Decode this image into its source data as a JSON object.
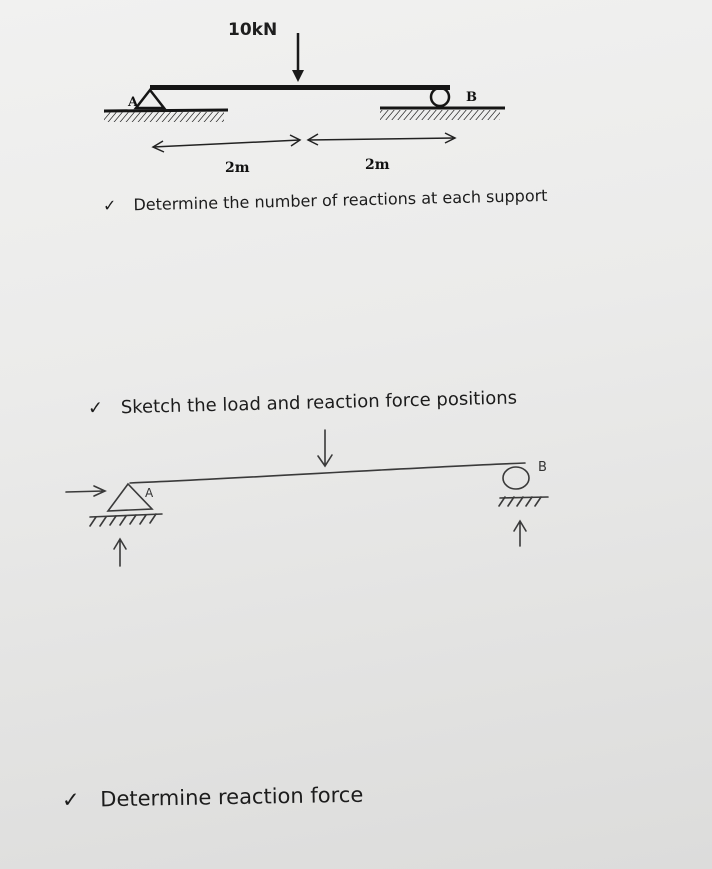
{
  "top_diagram": {
    "load_label": "10kN",
    "support_a_label": "A",
    "support_b_label": "B",
    "span_left_label": "2m",
    "span_right_label": "2m"
  },
  "questions": [
    {
      "check": "✓",
      "text": "Determine the number of reactions at each support"
    },
    {
      "check": "✓",
      "text": "Sketch the load and reaction force positions"
    },
    {
      "check": "✓",
      "text": "Determine reaction force"
    }
  ],
  "sketch": {
    "label_a": "A",
    "label_b": "B"
  }
}
